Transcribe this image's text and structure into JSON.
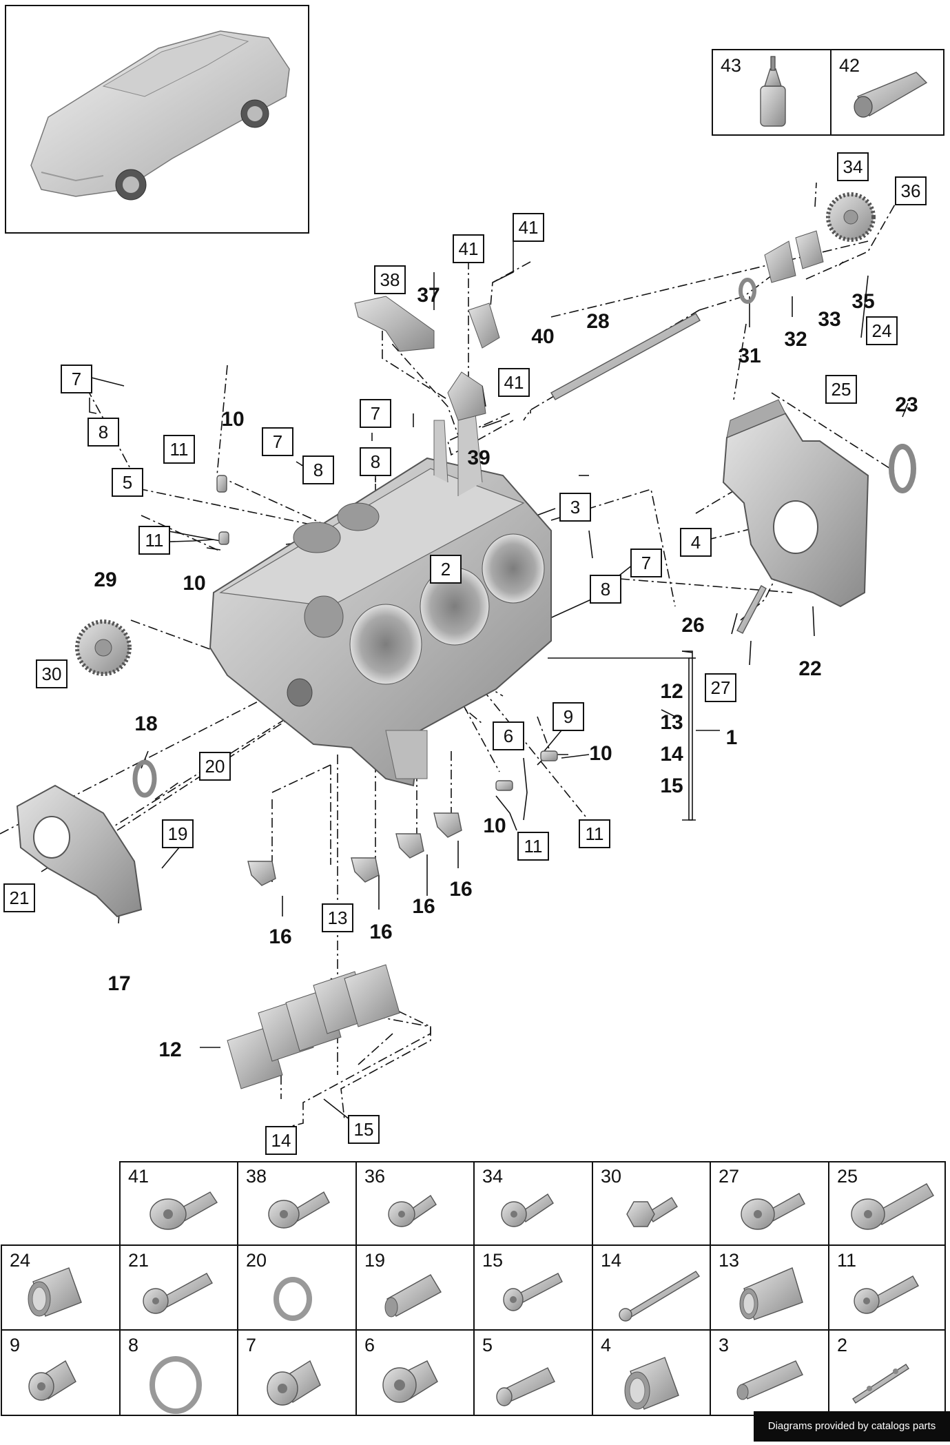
{
  "callouts": {
    "c1": "1",
    "c10a": "10",
    "c10b": "10",
    "c10c": "10",
    "c10d": "10",
    "c12a": "12",
    "c12b": "12",
    "c13b": "13",
    "c14b": "14",
    "c15b": "15",
    "c16a": "16",
    "c16b": "16",
    "c16c": "16",
    "c16d": "16",
    "c17": "17",
    "c18": "18",
    "c22": "22",
    "c23": "23",
    "c26": "26",
    "c28": "28",
    "c29": "29",
    "c31": "31",
    "c32": "32",
    "c33": "33",
    "c35": "35",
    "c37": "37",
    "c39": "39",
    "c40": "40"
  },
  "boxed_callouts": {
    "b2": "2",
    "b3": "3",
    "b4": "4",
    "b5": "5",
    "b6": "6",
    "b7a": "7",
    "b7b": "7",
    "b7c": "7",
    "b7d": "7",
    "b8a": "8",
    "b8b": "8",
    "b8c": "8",
    "b8d": "8",
    "b9": "9",
    "b11a": "11",
    "b11b": "11",
    "b11c": "11",
    "b11d": "11",
    "b13": "13",
    "b14": "14",
    "b15": "15",
    "b19": "19",
    "b20": "20",
    "b21": "21",
    "b24": "24",
    "b25": "25",
    "b27": "27",
    "b30": "30",
    "b34": "34",
    "b36": "36",
    "b38": "38",
    "b41a": "41",
    "b41b": "41",
    "b41c": "41"
  },
  "consumables": [
    {
      "number": "43",
      "icon": "oil-bottle-icon"
    },
    {
      "number": "42",
      "icon": "grease-tube-icon"
    }
  ],
  "parts_table": {
    "row1": [
      {
        "number": "41",
        "icon": "torx-bolt-icon"
      },
      {
        "number": "38",
        "icon": "torx-bolt-icon"
      },
      {
        "number": "36",
        "icon": "torx-bolt-icon"
      },
      {
        "number": "34",
        "icon": "torx-bolt-icon"
      },
      {
        "number": "30",
        "icon": "hex-bolt-icon"
      },
      {
        "number": "27",
        "icon": "torx-bolt-icon"
      },
      {
        "number": "25",
        "icon": "torx-bolt-icon"
      }
    ],
    "row2": [
      {
        "number": "24",
        "icon": "sleeve-icon"
      },
      {
        "number": "21",
        "icon": "torx-bolt-icon"
      },
      {
        "number": "20",
        "icon": "sealing-ring-icon"
      },
      {
        "number": "19",
        "icon": "dowel-pin-icon"
      },
      {
        "number": "15",
        "icon": "socket-screw-icon"
      },
      {
        "number": "14",
        "icon": "long-bolt-icon"
      },
      {
        "number": "13",
        "icon": "sleeve-icon"
      },
      {
        "number": "11",
        "icon": "torx-bolt-icon"
      }
    ],
    "row3": [
      {
        "number": "9",
        "icon": "plug-icon"
      },
      {
        "number": "8",
        "icon": "sealing-ring-icon"
      },
      {
        "number": "7",
        "icon": "screw-plug-icon"
      },
      {
        "number": "6",
        "icon": "screw-plug-icon"
      },
      {
        "number": "5",
        "icon": "pin-icon"
      },
      {
        "number": "4",
        "icon": "sleeve-icon"
      },
      {
        "number": "3",
        "icon": "sleeve-icon"
      },
      {
        "number": "2",
        "icon": "stud-icon"
      }
    ]
  },
  "footer": {
    "credit": "Diagrams provided by catalogs parts"
  }
}
